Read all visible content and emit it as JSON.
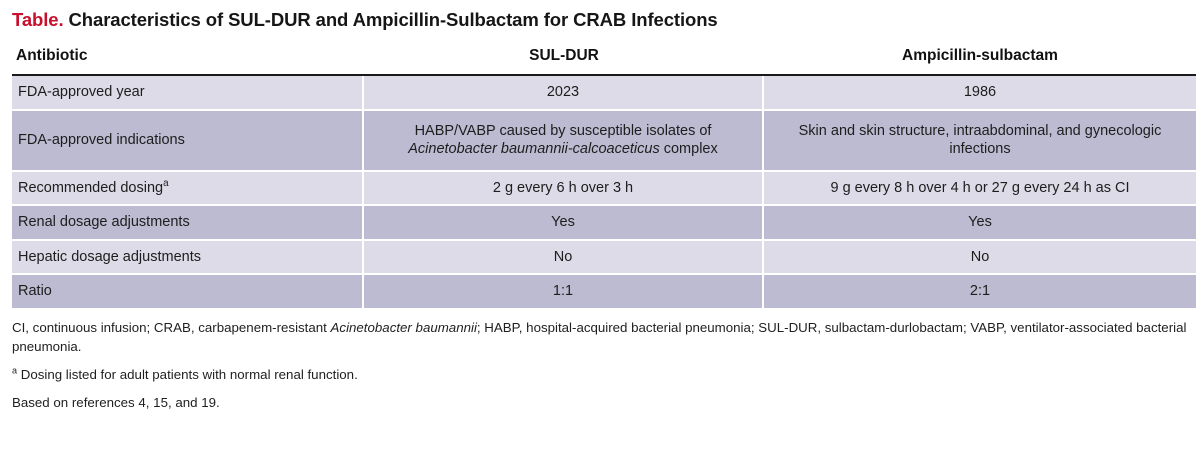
{
  "title": {
    "label": "Table.",
    "text": "Characteristics of SUL-DUR and Ampicillin-Sulbactam for CRAB Infections",
    "label_color": "#c8102e",
    "text_color": "#161616"
  },
  "table": {
    "columns": [
      "Antibiotic",
      "SUL-DUR",
      "Ampicillin-sulbactam"
    ],
    "row_colors": {
      "light": "#dddbe7",
      "dark": "#bdbbd1"
    },
    "rows": [
      {
        "label": "FDA-approved year",
        "label_sup": "",
        "suldur": "2023",
        "amp": "1986",
        "shade": "light"
      },
      {
        "label": "FDA-approved indications",
        "label_sup": "",
        "suldur_pre": "HABP/VABP caused by susceptible isolates of ",
        "suldur_italic": "Acinetobacter baumannii-calcoaceticus",
        "suldur_post": " complex",
        "suldur": "HABP/VABP caused by susceptible isolates of Acinetobacter baumannii-calcoaceticus complex",
        "amp": "Skin and skin structure, intraabdominal, and gynecologic infections",
        "shade": "dark"
      },
      {
        "label": "Recommended dosing",
        "label_sup": "a",
        "suldur": "2 g every 6 h over 3 h",
        "amp": "9 g every 8 h over 4 h or 27 g every 24 h as CI",
        "shade": "light"
      },
      {
        "label": "Renal dosage adjustments",
        "label_sup": "",
        "suldur": "Yes",
        "amp": "Yes",
        "shade": "dark"
      },
      {
        "label": "Hepatic dosage adjustments",
        "label_sup": "",
        "suldur": "No",
        "amp": "No",
        "shade": "light"
      },
      {
        "label": "Ratio",
        "label_sup": "",
        "suldur": "1:1",
        "amp": "2:1",
        "shade": "dark"
      }
    ]
  },
  "footnotes": {
    "abbrev_pre": "CI, continuous infusion; CRAB, carbapenem-resistant ",
    "abbrev_italic": "Acinetobacter baumannii",
    "abbrev_post": "; HABP, hospital-acquired bacterial pneumonia; SUL-DUR, sulbactam-durlobactam; VABP, ventilator-associated bacterial pneumonia.",
    "note_a_sup": "a",
    "note_a": " Dosing listed for adult patients with normal renal function.",
    "refs": "Based on references 4, 15, and 19."
  }
}
